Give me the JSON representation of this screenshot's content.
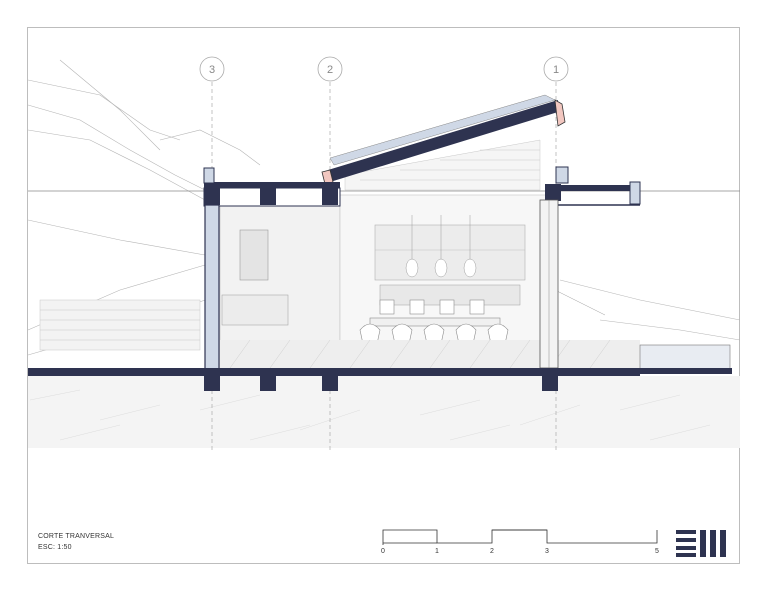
{
  "title_block": {
    "name": "CORTE TRANVERSAL",
    "scale": "ESC: 1:50"
  },
  "grid_axes": [
    {
      "label": "3"
    },
    {
      "label": "2"
    },
    {
      "label": "1"
    }
  ],
  "scale_bar": {
    "ticks": [
      "0",
      "1",
      "2",
      "3",
      "5"
    ]
  },
  "logo": {
    "icon": "studio-logo-icon"
  },
  "colors": {
    "structure": "#2e3350",
    "glass": "#cfd8e6",
    "highlight": "#f2c7c0",
    "line": "#9a9a9a"
  }
}
